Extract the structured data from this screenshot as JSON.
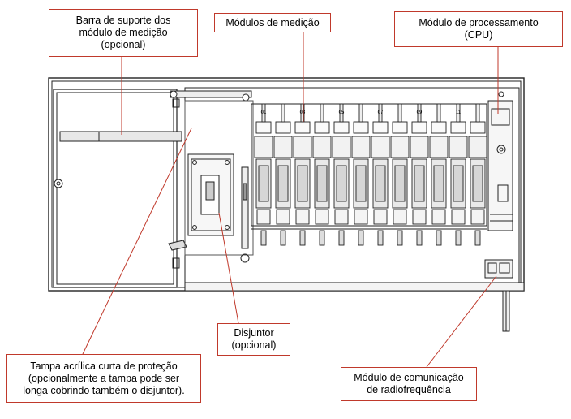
{
  "callouts": {
    "support_bar": [
      "Barra de suporte dos",
      "módulo de medição",
      "(opcional)"
    ],
    "measurement_modules": [
      "Módulos de medição"
    ],
    "cpu_module": [
      "Módulo de processamento",
      "(CPU)"
    ],
    "breaker": [
      "Disjuntor",
      "(opcional)"
    ],
    "acrylic_cover": [
      "Tampa acrílica curta de proteção",
      "(opcionalmente a tampa pode ser",
      "longa cobrindo também o disjuntor)."
    ],
    "rf_module": [
      "Módulo de comunicação",
      "de radiofrequência"
    ]
  },
  "module_numbers": [
    "01",
    "03",
    "05",
    "07",
    "09",
    "11"
  ],
  "colors": {
    "leader": "#c0392b",
    "line": "#222222",
    "background": "#ffffff"
  }
}
